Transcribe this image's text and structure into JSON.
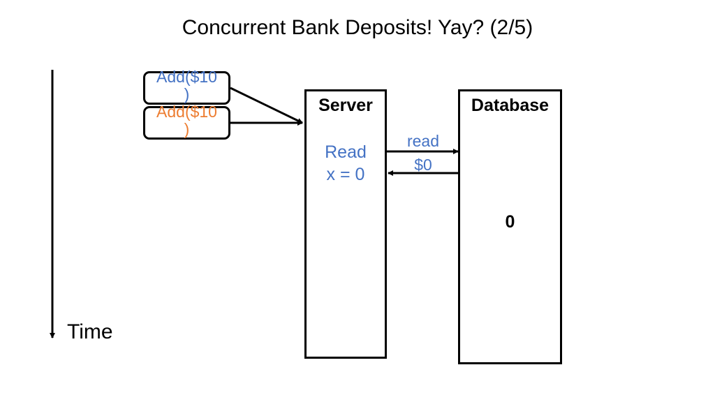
{
  "title": "Concurrent Bank Deposits! Yay? (2/5)",
  "timeline": {
    "label": "Time"
  },
  "requests": [
    {
      "label": "Add($10\n)",
      "color": "#4472C4"
    },
    {
      "label": "Add($10\n)",
      "color": "#ED7D31"
    }
  ],
  "server": {
    "title": "Server",
    "state_line1": "Read",
    "state_line2": "x = 0"
  },
  "database": {
    "title": "Database",
    "value": "0"
  },
  "messages": {
    "request": "read",
    "response": "$0"
  },
  "colors": {
    "accent_blue": "#4472C4",
    "accent_orange": "#ED7D31"
  }
}
